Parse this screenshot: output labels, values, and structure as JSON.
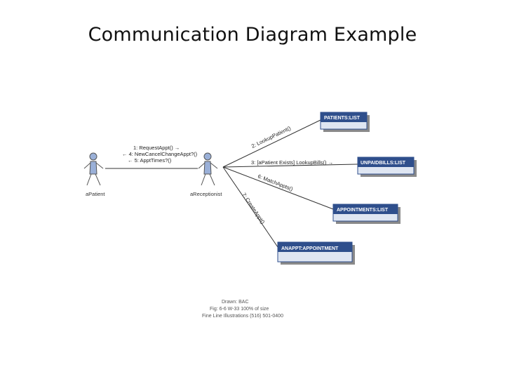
{
  "title": "Communication Diagram Example",
  "actors": [
    {
      "id": "patient",
      "label": "aPatient"
    },
    {
      "id": "receptionist",
      "label": "aReceptionist"
    }
  ],
  "objects": [
    {
      "id": "patients",
      "label": "PATIENTS:LIST"
    },
    {
      "id": "unpaidbills",
      "label": "UNPAIDBILLS:LIST"
    },
    {
      "id": "appointments",
      "label": "APPOINTMENTS:LIST"
    },
    {
      "id": "anappt",
      "label": "ANAPPT:APPOINTMENT"
    }
  ],
  "messages": {
    "m1": "1: RequestAppt() →",
    "m4": "← 4: NewCancelChangeAppt?()",
    "m5": "← 5: ApptTimes?()",
    "m2": "2: LookupPatient()",
    "m3": "3: [aPatient Exists] LookupBills() →",
    "m6": "6: MatchAppts()",
    "m7": "7: CreateAppt()"
  },
  "credits": {
    "line1": "Drawn: BAC",
    "line2": "Fig: 6-6     W-33     100% of size",
    "line3": "Fine Line Illustrations (516) 501-0400"
  },
  "colors": {
    "object_fill": "#2f4f8c",
    "object_shadow": "#8a8a8a",
    "actor_fill": "#9ab0d8",
    "line": "#333333"
  }
}
